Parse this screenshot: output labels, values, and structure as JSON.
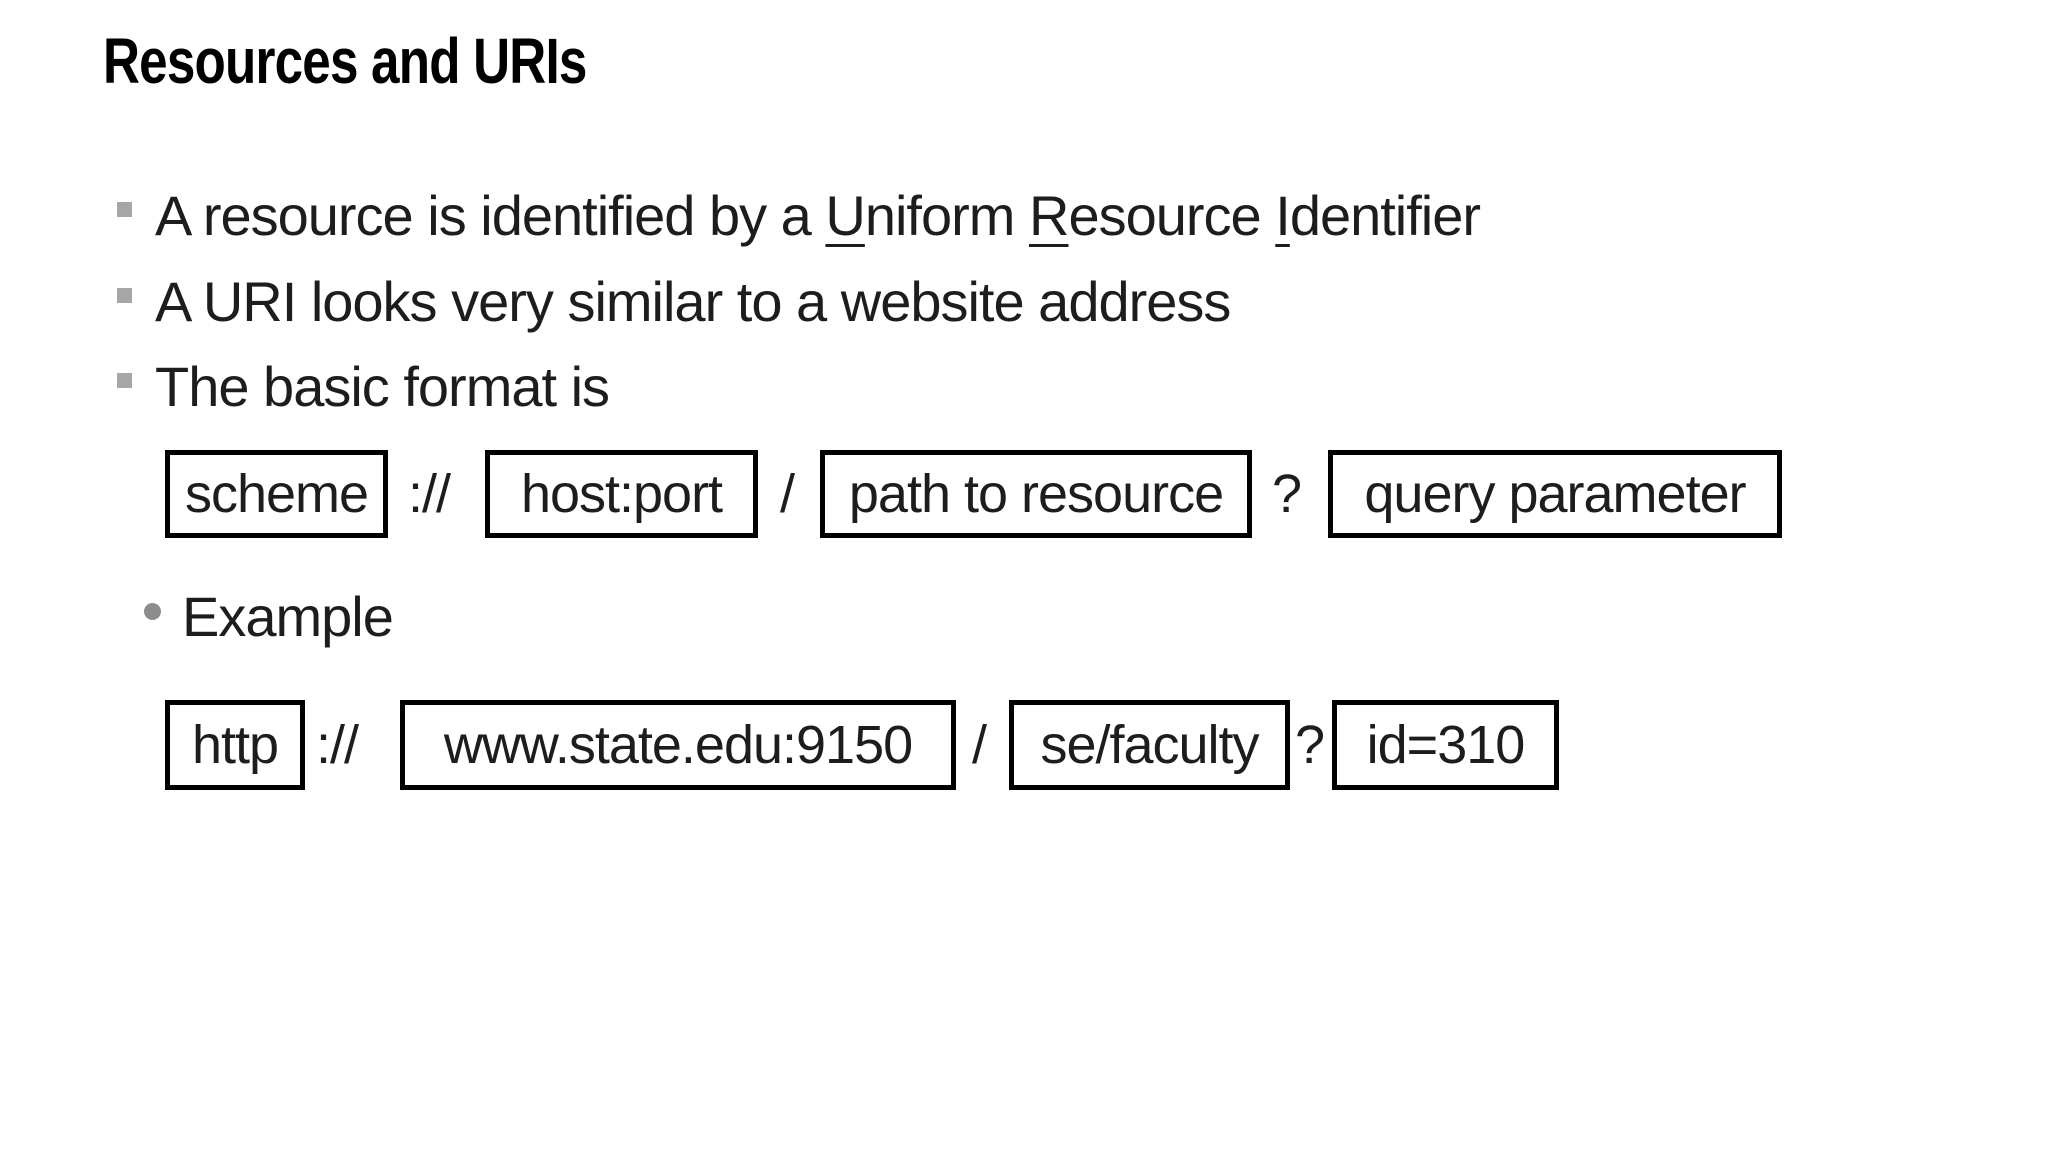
{
  "slide": {
    "title": "Resources and URIs",
    "bullets": {
      "b1": {
        "pre": "A resource is identified by a ",
        "u1": "U",
        "m1": "niform ",
        "u2": "R",
        "m2": "esource ",
        "u3": "I",
        "m3": "dentifier"
      },
      "b2": "A URI looks very similar to a website address",
      "b3": "The basic format is",
      "example_label": "Example"
    },
    "format_row": {
      "scheme": "scheme",
      "sep1": "://",
      "host": "host:port",
      "sep2": "/",
      "path": "path to resource",
      "sep3": "?",
      "query": "query parameter"
    },
    "example_row": {
      "scheme": "http",
      "sep1": "://",
      "host": "www.state.edu:9150",
      "sep2": "/",
      "path": "se/faculty",
      "sep3": "?",
      "query": "id=310"
    },
    "colors": {
      "scheme_border": "#e8231d",
      "host_border": "#21a84d",
      "path_border": "#32548e",
      "query_border": "#ffc000",
      "text": "#1d1d1d",
      "bullet_square": "#a6a6a6",
      "bullet_dot": "#8c8c8c",
      "background": "#ffffff"
    }
  }
}
